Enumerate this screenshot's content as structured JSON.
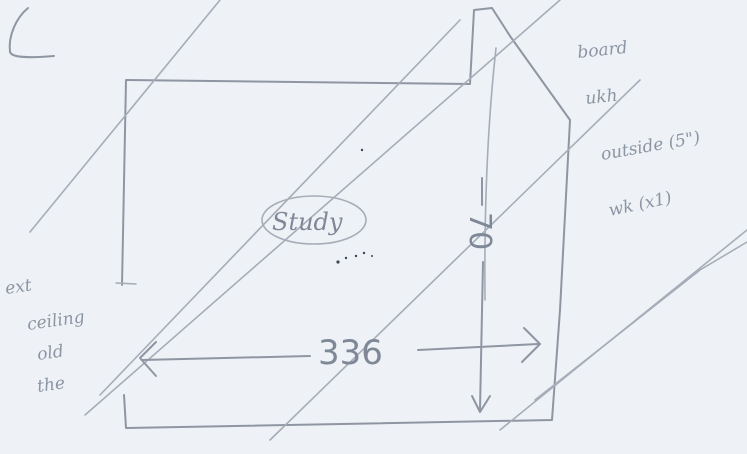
{
  "room": {
    "name": "Study"
  },
  "dimensions": {
    "width": "336",
    "height": "70"
  },
  "notes_right": [
    "board",
    "ukh",
    "outside (5\")",
    "wk (x1)"
  ],
  "notes_left": [
    "ext",
    "ceiling",
    "old",
    "the"
  ],
  "colors": {
    "paper": "#eef1f6",
    "pencil": "#8f96a2"
  }
}
